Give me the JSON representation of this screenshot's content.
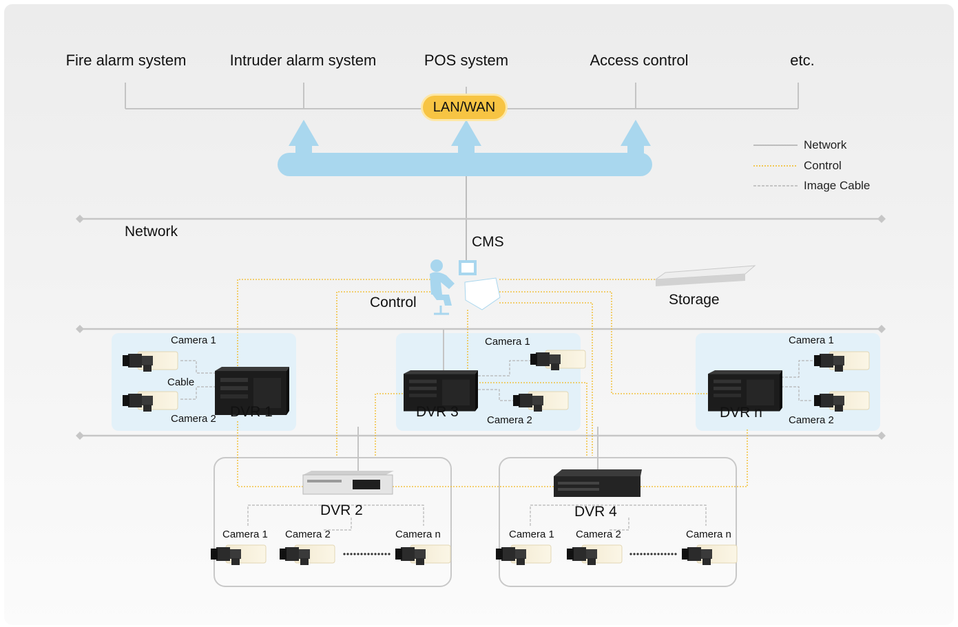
{
  "systems": [
    "Fire alarm system",
    "Intruder alarm system",
    "POS system",
    "Access control",
    "etc."
  ],
  "lan_wan": "LAN/WAN",
  "legend": {
    "network": "Network",
    "control": "Control",
    "image_cable": "Image Cable"
  },
  "network_label": "Network",
  "cms": "CMS",
  "control_label": "Control",
  "storage": "Storage",
  "dvr1": {
    "name": "DVR 1",
    "camera_a": "Camera 1",
    "camera_b": "Camera 2",
    "cable": "Cable"
  },
  "dvr3": {
    "name": "DVR 3",
    "camera_a": "Camera 1",
    "camera_b": "Camera 2"
  },
  "dvrn": {
    "name": "DVR n",
    "camera_a": "Camera 1",
    "camera_b": "Camera 2"
  },
  "dvr2": {
    "name": "DVR 2",
    "cameras": [
      "Camera 1",
      "Camera 2",
      "Camera n"
    ]
  },
  "dvr4": {
    "name": "DVR 4",
    "cameras": [
      "Camera 1",
      "Camera 2",
      "Camera n"
    ]
  },
  "colors": {
    "network_line": "#bdbdbd",
    "control_line": "#f2b91f",
    "image_cable": "#b5b5b5",
    "cloud": "#a9d7ee",
    "panel": "#e3f1f9",
    "pill": "#f7c443"
  }
}
